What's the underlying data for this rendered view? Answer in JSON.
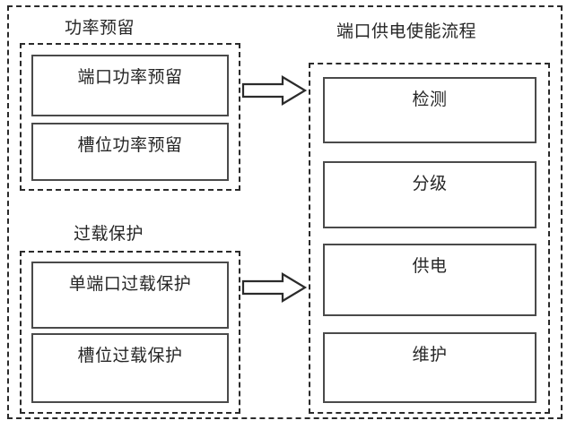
{
  "diagram": {
    "title_left_top": "功率预留",
    "title_left_bottom": "过载保护",
    "title_right": "端口供电使能流程",
    "colors": {
      "line": "#2b2b2b",
      "box_border": "#4a4a4a",
      "text": "#262626",
      "background": "#ffffff"
    },
    "groups": [
      {
        "id": "power-reservation",
        "caption": "功率预留",
        "items": [
          {
            "id": "port-power-reservation",
            "label": "端口功率预留"
          },
          {
            "id": "slot-power-reservation",
            "label": "槽位功率预留"
          }
        ]
      },
      {
        "id": "overload-protection",
        "caption": "过载保护",
        "items": [
          {
            "id": "single-port-overload-protection",
            "label": "单端口过载保护"
          },
          {
            "id": "slot-overload-protection",
            "label": "槽位过载保护"
          }
        ]
      },
      {
        "id": "port-power-enable-process",
        "caption": "端口供电使能流程",
        "items": [
          {
            "id": "detection",
            "label": "检测"
          },
          {
            "id": "classification",
            "label": "分级"
          },
          {
            "id": "power-supply",
            "label": "供电"
          },
          {
            "id": "maintenance",
            "label": "维护"
          }
        ]
      }
    ],
    "arrows": [
      {
        "id": "arrow-top",
        "direction": "right"
      },
      {
        "id": "arrow-bottom",
        "direction": "right"
      }
    ]
  }
}
